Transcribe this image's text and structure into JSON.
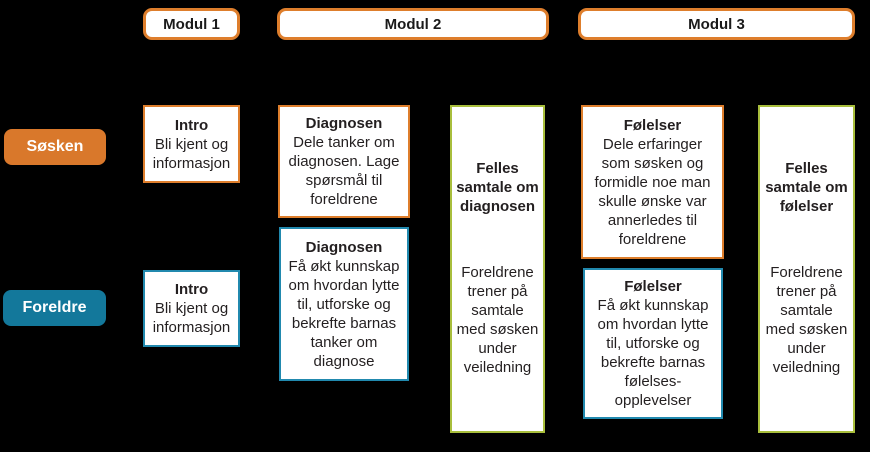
{
  "headers": {
    "modul1": "Modul 1",
    "modul2": "Modul 2",
    "modul3": "Modul 3"
  },
  "row_labels": {
    "sosken": "Søsken",
    "foreldre": "Foreldre"
  },
  "boxes": {
    "sosken_intro": {
      "title": "Intro",
      "body": "Bli kjent og informasjon"
    },
    "foreldre_intro": {
      "title": "Intro",
      "body": "Bli kjent og informasjon"
    },
    "sosken_diagnosen": {
      "title": "Diagnosen",
      "body": "Dele tanker om diagnosen. Lage spørsmål til foreldrene"
    },
    "foreldre_diagnosen": {
      "title": "Diagnosen",
      "body": "Få økt kunnskap om hvordan lytte til, utforske og bekrefte barnas tanker om diagnose"
    },
    "felles_diagnosen": {
      "title": "Felles samtale om diagnosen",
      "body": "Foreldrene trener på samtale med søsken under veiledning"
    },
    "sosken_folelser": {
      "title": "Følelser",
      "body": "Dele erfaringer som søsken og formidle noe man skulle ønske var annerledes til foreldrene"
    },
    "foreldre_folelser": {
      "title": "Følelser",
      "body": "Få økt kunnskap om hvordan lytte til, utforske og bekrefte barnas følelses-opplevelser"
    },
    "felles_folelser": {
      "title": "Felles samtale om følelser",
      "body": "Foreldrene trener på samtale med søsken under veiledning"
    }
  },
  "colors": {
    "background": "#000000",
    "box_background": "#FFFFFF",
    "orange": "#DE7E2C",
    "orange_fill": "#D9782B",
    "teal_fill": "#13789B",
    "teal_border": "#2189AE",
    "green_border": "#A8BE3C",
    "text": "#231F20"
  }
}
